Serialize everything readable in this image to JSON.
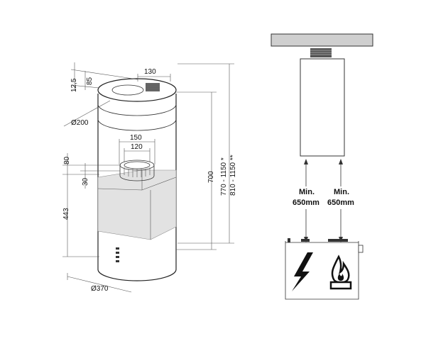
{
  "left_drawing": {
    "dims": {
      "d130": "130",
      "d12_5": "12,5",
      "d85": "85",
      "d200": "Ø200",
      "d150": "150",
      "d120": "120",
      "d80": "80",
      "d30": "30",
      "d443": "443",
      "d700": "700",
      "d770": "770 - 1150 *",
      "d810": "810 - 1150 **",
      "d370": "Ø370"
    }
  },
  "right_drawing": {
    "left_clearance": {
      "line1": "Min.",
      "line2": "650mm"
    },
    "right_clearance": {
      "line1": "Min.",
      "line2": "650mm"
    },
    "icons": [
      "electric-hob-icon",
      "gas-hob-icon"
    ]
  }
}
